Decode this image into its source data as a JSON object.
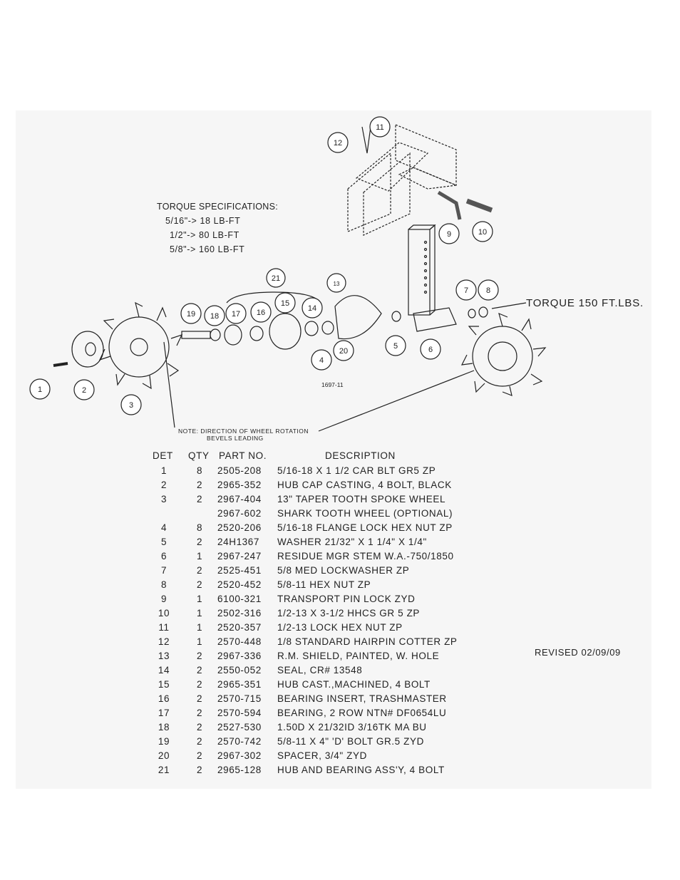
{
  "torque_specs": {
    "title": "TORQUE SPECIFICATIONS:",
    "lines": [
      "5/16\"-> 18 LB-FT",
      "1/2\"-> 80 LB-FT",
      "5/8\"-> 160 LB-FT"
    ]
  },
  "callout_torque": "TORQUE 150 FT.LBS.",
  "drawing_number": "1697-11",
  "note_line1": "NOTE: DIRECTION OF WHEEL ROTATION",
  "note_line2": "BEVELS LEADING",
  "revised": "REVISED 02/09/09",
  "callouts": [
    "1",
    "2",
    "3",
    "4",
    "5",
    "6",
    "7",
    "8",
    "9",
    "10",
    "11",
    "12",
    "13",
    "14",
    "15",
    "16",
    "17",
    "18",
    "19",
    "20",
    "21"
  ],
  "table": {
    "headers": {
      "det": "DET",
      "qty": "QTY",
      "part": "PART NO.",
      "desc": "DESCRIPTION"
    },
    "rows": [
      {
        "det": "1",
        "qty": "8",
        "part": "2505-208",
        "desc": "5/16-18 X 1 1/2 CAR BLT GR5 ZP"
      },
      {
        "det": "2",
        "qty": "2",
        "part": "2965-352",
        "desc": "HUB CAP CASTING, 4 BOLT, BLACK"
      },
      {
        "det": "3",
        "qty": "2",
        "part": "2967-404",
        "desc": "13\" TAPER TOOTH SPOKE WHEEL"
      },
      {
        "det": "",
        "qty": "",
        "part": "2967-602",
        "desc": "SHARK TOOTH WHEEL (OPTIONAL)"
      },
      {
        "det": "4",
        "qty": "8",
        "part": "2520-206",
        "desc": "5/16-18 FLANGE LOCK HEX NUT ZP"
      },
      {
        "det": "5",
        "qty": "2",
        "part": "24H1367",
        "desc": "WASHER 21/32\" X 1 1/4\" X 1/4\""
      },
      {
        "det": "6",
        "qty": "1",
        "part": "2967-247",
        "desc": "RESIDUE MGR STEM W.A.-750/1850"
      },
      {
        "det": "7",
        "qty": "2",
        "part": "2525-451",
        "desc": "5/8 MED LOCKWASHER ZP"
      },
      {
        "det": "8",
        "qty": "2",
        "part": "2520-452",
        "desc": "5/8-11 HEX NUT ZP"
      },
      {
        "det": "9",
        "qty": "1",
        "part": "6100-321",
        "desc": "TRANSPORT PIN LOCK ZYD"
      },
      {
        "det": "10",
        "qty": "1",
        "part": "2502-316",
        "desc": "1/2-13 X 3-1/2 HHCS GR 5 ZP"
      },
      {
        "det": "11",
        "qty": "1",
        "part": "2520-357",
        "desc": "1/2-13 LOCK HEX NUT ZP"
      },
      {
        "det": "12",
        "qty": "1",
        "part": "2570-448",
        "desc": "1/8 STANDARD HAIRPIN COTTER ZP"
      },
      {
        "det": "13",
        "qty": "2",
        "part": "2967-336",
        "desc": "R.M. SHIELD, PAINTED, W. HOLE"
      },
      {
        "det": "14",
        "qty": "2",
        "part": "2550-052",
        "desc": "SEAL, CR# 13548"
      },
      {
        "det": "15",
        "qty": "2",
        "part": "2965-351",
        "desc": "HUB CAST.,MACHINED, 4 BOLT"
      },
      {
        "det": "16",
        "qty": "2",
        "part": "2570-715",
        "desc": "BEARING INSERT, TRASHMASTER"
      },
      {
        "det": "17",
        "qty": "2",
        "part": "2570-594",
        "desc": "BEARING, 2 ROW NTN# DF0654LU"
      },
      {
        "det": "18",
        "qty": "2",
        "part": "2527-530",
        "desc": "1.50D X 21/32ID 3/16TK MA BU"
      },
      {
        "det": "19",
        "qty": "2",
        "part": "2570-742",
        "desc": "5/8-11 X 4\" 'D' BOLT GR.5 ZYD"
      },
      {
        "det": "20",
        "qty": "2",
        "part": "2967-302",
        "desc": "SPACER, 3/4\" ZYD"
      },
      {
        "det": "21",
        "qty": "2",
        "part": "2965-128",
        "desc": "HUB AND BEARING ASS'Y, 4 BOLT"
      }
    ]
  }
}
